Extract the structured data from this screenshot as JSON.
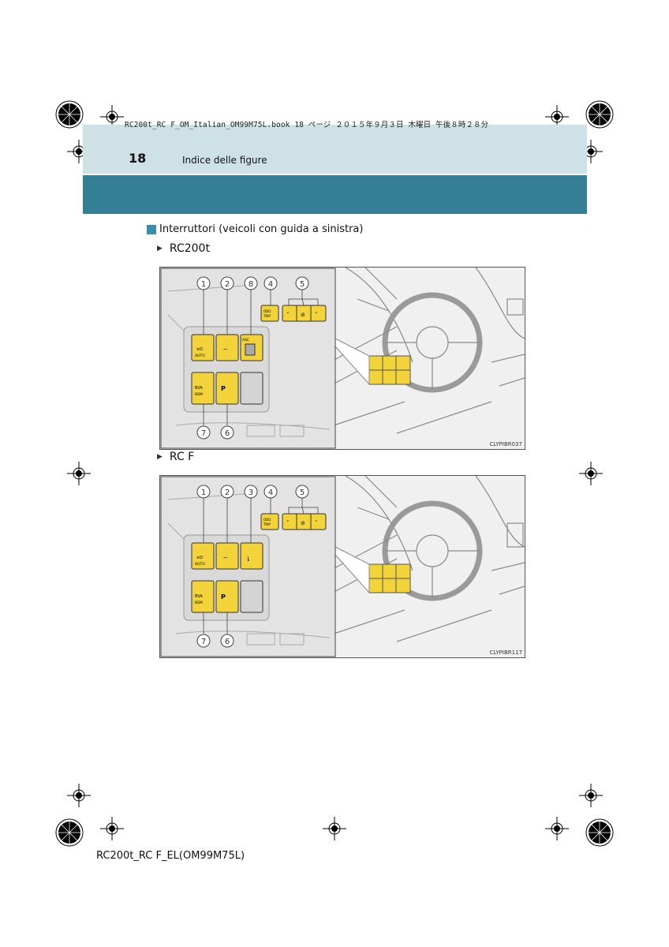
{
  "print_line": "RC200t_RC F_OM_Italian_OM99M75L.book  18 ページ  ２０１５年９月３日  木曜日  午後８時２８分",
  "page_number": "18",
  "section_header": "Indice delle figure",
  "section_title": "Interruttori (veicoli con guida a sinistra)",
  "figures": [
    {
      "model": "RC200t",
      "code": "CLYPIBR037",
      "callouts": [
        "1",
        "2",
        "8",
        "4",
        "5",
        "7",
        "6"
      ],
      "button_labels": {
        "odo": "ODO\nTRIP",
        "auto": "AUTO",
        "bsm": "BSM",
        "ascl": "ASC"
      }
    },
    {
      "model": "RC F",
      "code": "CLYPIBR117",
      "callouts": [
        "1",
        "2",
        "3",
        "4",
        "5",
        "7",
        "6"
      ],
      "button_labels": {
        "odo": "ODO\nTRIP",
        "auto": "AUTO",
        "bsm": "BSM"
      }
    }
  ],
  "footer": "RC200t_RC F_EL(OM99M75L)",
  "colors": {
    "header_light": "#cde1e6",
    "header_dark": "#347e96",
    "switch_yellow": "#f2d33a",
    "callout": "#3a3a3a"
  }
}
